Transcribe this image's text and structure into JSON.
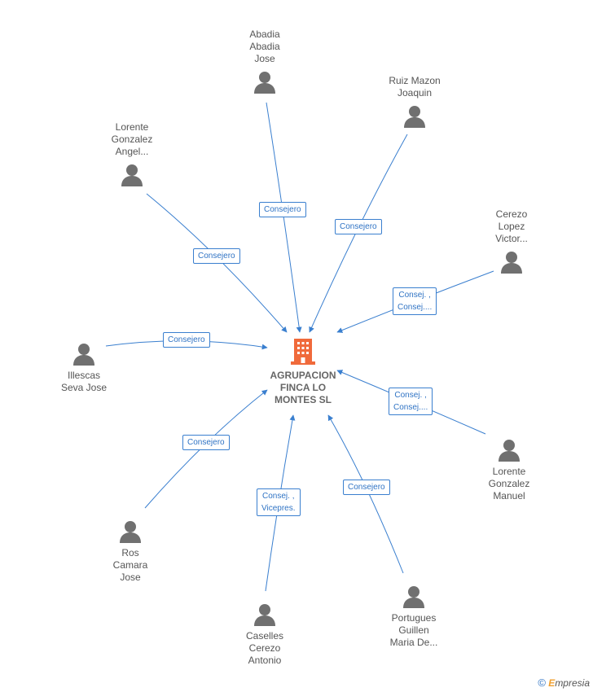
{
  "company": {
    "name": "AGRUPACION\nFINCA LO\nMONTES  SL",
    "icon": "building-icon",
    "color": "#f06a3b"
  },
  "people": [
    {
      "id": "abadia",
      "name": "Abadia\nAbadia\nJose",
      "role": "Consejero"
    },
    {
      "id": "ruiz",
      "name": "Ruiz Mazon\nJoaquin",
      "role": "Consejero"
    },
    {
      "id": "lorente-angel",
      "name": "Lorente\nGonzalez\nAngel...",
      "role": "Consejero"
    },
    {
      "id": "cerezo",
      "name": "Cerezo\nLopez\nVictor...",
      "role": "Consej. ,\nConsej...."
    },
    {
      "id": "illescas",
      "name": "Illescas\nSeva Jose",
      "role": "Consejero"
    },
    {
      "id": "lorente-manuel",
      "name": "Lorente\nGonzalez\nManuel",
      "role": "Consej. ,\nConsej...."
    },
    {
      "id": "ros",
      "name": "Ros\nCamara\nJose",
      "role": "Consejero"
    },
    {
      "id": "caselles",
      "name": "Caselles\nCerezo\nAntonio",
      "role": "Consej. ,\nVicepres."
    },
    {
      "id": "portugues",
      "name": "Portugues\nGuillen\nMaria De...",
      "role": "Consejero"
    }
  ],
  "colors": {
    "edge": "#3a7fcf",
    "person": "#707070",
    "label_text": "#2f73c4"
  },
  "brand": {
    "copyright": "©",
    "e": "E",
    "rest": "mpresia"
  }
}
